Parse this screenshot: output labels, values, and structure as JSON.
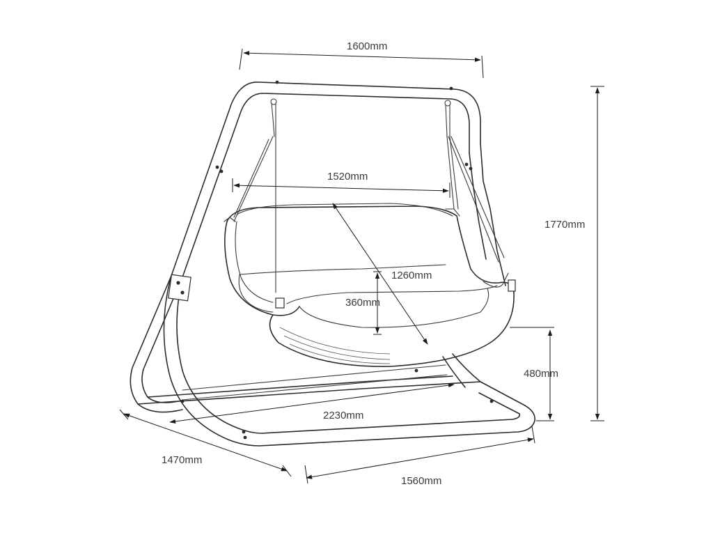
{
  "dimensions": {
    "top_width": "1600mm",
    "seat_width": "1520mm",
    "height": "1770mm",
    "seat_diagonal": "1260mm",
    "seat_depth": "360mm",
    "seat_height": "480mm",
    "base_diagonal": "2230mm",
    "base_depth": "1470mm",
    "base_width": "1560mm"
  },
  "colors": {
    "line": "#2b2b2b",
    "text": "#3a3a3a",
    "background": "#ffffff"
  }
}
